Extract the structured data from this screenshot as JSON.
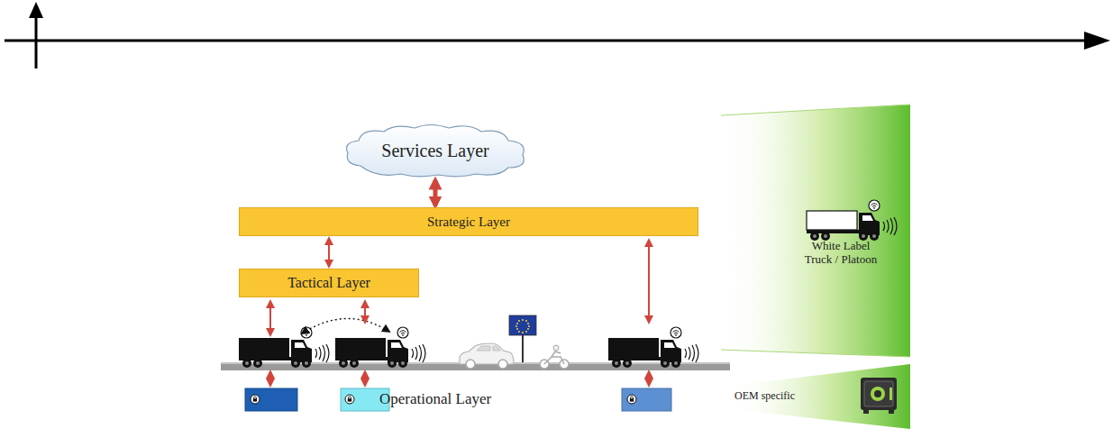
{
  "diagram": {
    "nodes": [
      {
        "text": [
          "Services Layer"
        ]
      },
      {
        "text": [
          "Strategic Layer"
        ]
      },
      {
        "text": [
          "Tactical Layer"
        ]
      }
    ],
    "edges": [
      {
        "from": 0,
        "to": 1,
        "arrow": "both"
      },
      {
        "from": 1,
        "to": 2,
        "arrow": "both"
      }
    ],
    "labels": [
      "Operational Layer",
      "White Label Truck / Platoon",
      "OEM specific"
    ]
  }
}
